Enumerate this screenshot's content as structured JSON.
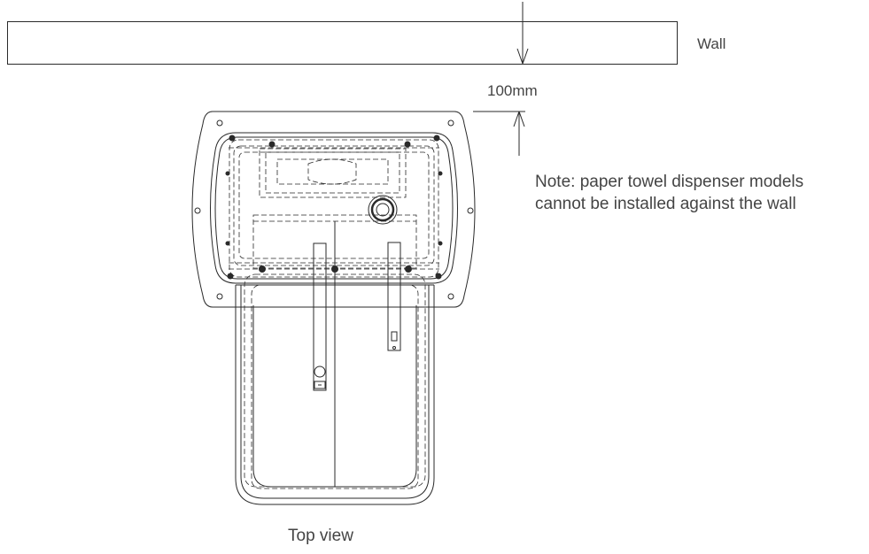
{
  "labels": {
    "wall": "Wall",
    "clearance": "100mm",
    "note_line1": "Note: paper towel dispenser models",
    "note_line2": "cannot be installed against the wall",
    "caption": "Top view"
  },
  "colors": {
    "line": "#2a2a2a",
    "text": "#444444",
    "background": "#ffffff"
  }
}
